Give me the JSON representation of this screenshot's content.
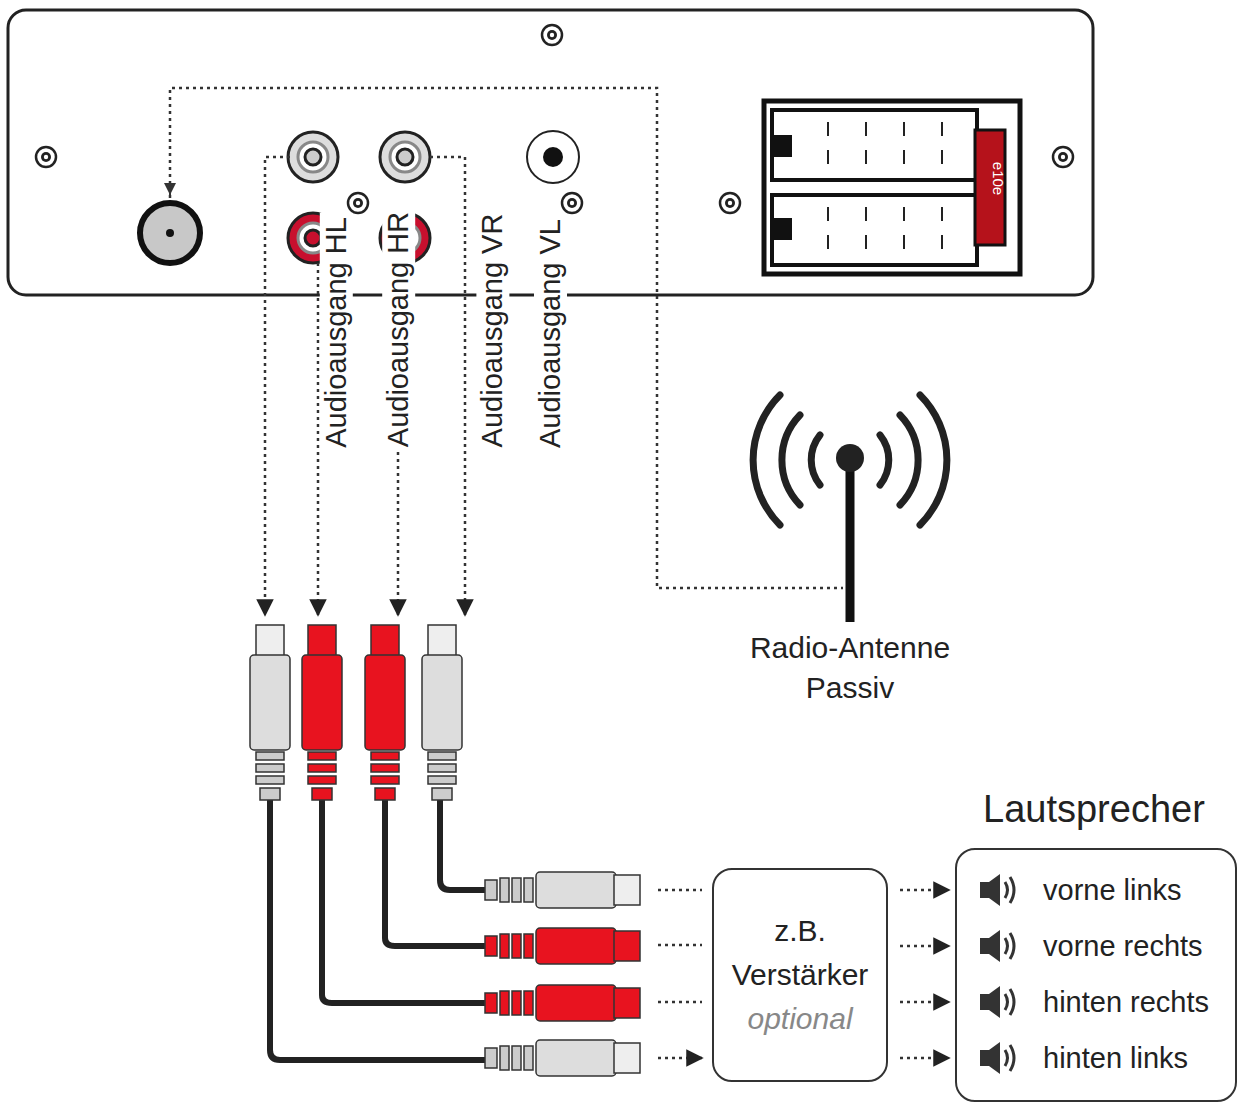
{
  "diagram": {
    "nodes": [
      {
        "text": [
          "z.B. Verstärker",
          "optional"
        ]
      },
      {
        "text": [
          "Lautsprecher",
          "vorne links",
          "vorne rechts",
          "hinten rechts",
          "hinten links"
        ]
      }
    ],
    "edges": [
      {
        "from": 0,
        "to": 1,
        "arrow": "to"
      },
      {
        "from": 0,
        "to": 1,
        "arrow": "to"
      },
      {
        "from": 0,
        "to": 1,
        "arrow": "to"
      },
      {
        "from": 0,
        "to": 1,
        "arrow": "to"
      }
    ],
    "labels": [
      "Audioausgang HL",
      "Audioausgang HR",
      "Audioausgang VR",
      "Audioausgang VL",
      "Radio-Antenne Passiv",
      "e10e"
    ]
  }
}
